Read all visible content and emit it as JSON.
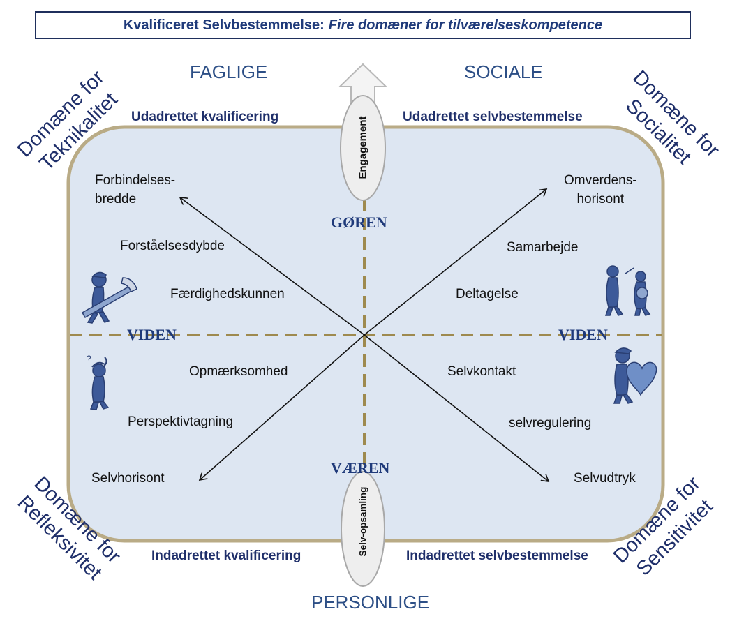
{
  "title": {
    "bold_part": "Kvalificeret Selvbestemmelse:",
    "italic_part": "Fire domæner for tilværelseskompetence"
  },
  "headers": {
    "top_left": "FAGLIGE",
    "top_right": "SOCIALE",
    "bottom": "PERSONLIGE"
  },
  "edges": {
    "top_left": "Udadrettet kvalificering",
    "top_right": "Udadrettet selvbestemmelse",
    "bottom_left": "Indadrettet kvalificering",
    "bottom_right": "Indadrettet selvbestemmelse"
  },
  "domains": {
    "top_left": {
      "line1": "Domæne for",
      "line2": "Teknikalitet"
    },
    "top_right": {
      "line1": "Domæne for",
      "line2": "Socialitet"
    },
    "bottom_left": {
      "line1": "Domæne for",
      "line2": "Refleksivitet"
    },
    "bottom_right": {
      "line1": "Domæne for",
      "line2": "Sensitivitet"
    }
  },
  "axes": {
    "top": "GØREN",
    "bottom": "VÆREN",
    "left": "VIDEN",
    "right": "VIDEN"
  },
  "ovals": {
    "top": "Engagement",
    "bottom": "Selv-opsamling"
  },
  "quadrants": {
    "top_left": {
      "forbindelse_1": "Forbindelses-",
      "forbindelse_2": "bredde",
      "mid": "Forståelsesdybde",
      "inner": "Færdighedskunnen"
    },
    "top_right": {
      "outer_1": "Omverdens-",
      "outer_2": "horisont",
      "mid": "Samarbejde",
      "inner": "Deltagelse"
    },
    "bottom_left": {
      "inner": "Opmærksomhed",
      "mid": "Perspektivtagning",
      "outer": "Selvhorisont"
    },
    "bottom_right": {
      "inner": "Selvkontakt",
      "mid_first": "s",
      "mid_rest": "elvregulering",
      "outer": "Selvudtryk"
    }
  },
  "colors": {
    "panel_fill": "#dde6f2",
    "panel_border": "#b9ab86",
    "dashed_axis": "#9e8a4f",
    "text_navy": "#1f2f6a",
    "figure_blue": "#3d5a99"
  }
}
